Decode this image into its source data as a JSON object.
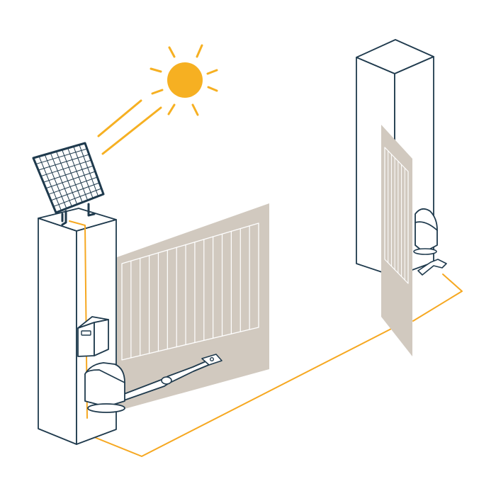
{
  "colors": {
    "outline": "#1f3a4d",
    "accent": "#f6a821",
    "sun": "#f6b022",
    "gate_fill": "#d1c9bf",
    "gate_panel_line": "#ffffff",
    "pillar_fill": "#ffffff",
    "motor_fill": "#ffffff",
    "solar_cell": "#ffffff",
    "background": "#ffffff"
  },
  "icons": {
    "sun": "sun-icon",
    "solar_panel": "solar-panel-icon",
    "control_box": "control-box-icon",
    "motor": "gate-motor-icon"
  },
  "components": [
    "sun",
    "sun-rays",
    "solar-panel",
    "left-pillar",
    "right-pillar",
    "left-gate-leaf",
    "right-gate-leaf",
    "control-box",
    "left-gate-motor",
    "right-gate-motor",
    "wiring"
  ]
}
